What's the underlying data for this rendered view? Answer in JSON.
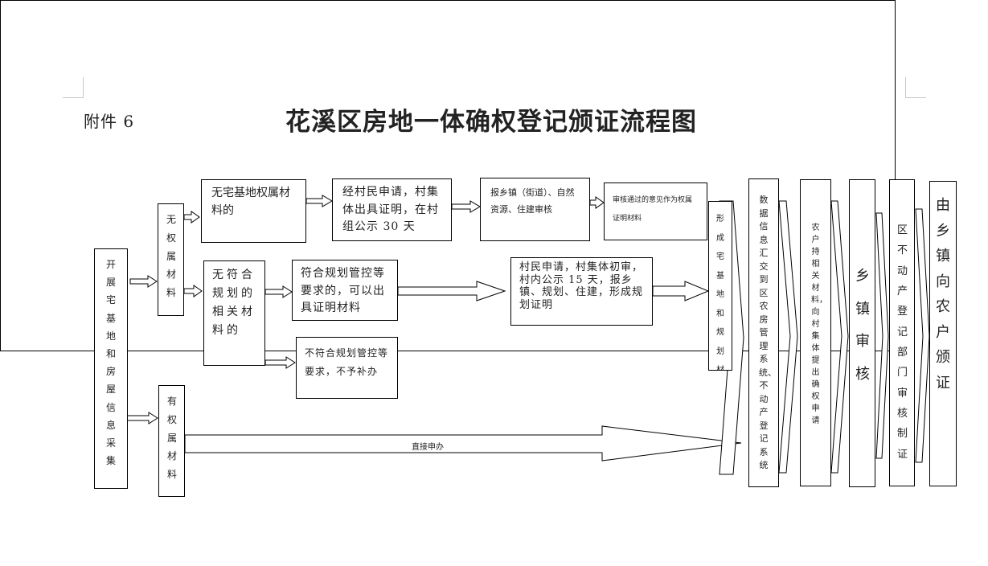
{
  "header": {
    "attachment_label": "附件 6",
    "title": "花溪区房地一体确权登记颁证流程图"
  },
  "nodes": {
    "start": "开展宅基地和房屋信息采集",
    "no_rights_materials": "无权属材料",
    "has_rights_materials": "有权属材料",
    "no_homestead_rights": "无宅基地权属材料的",
    "village_certificate": "经村民申请，村集体出具证明，在村组公示 30 天",
    "town_review": "报乡镇（街道）、自然资源、住建审核",
    "approved_opinion": "审核通过的意见作为权属证明材料",
    "no_planning_docs": "无符合规划的相关材料的",
    "meets_planning": "符合规划管控等要求的，可以出具证明材料",
    "not_meets_planning": "不符合规划管控等要求，不予补办",
    "villager_apply": "村民申请，村集体初审，村内公示 15 天，报乡镇、规划、住建，形成规划证明",
    "form_homestead_planning": "形成宅基地和规划材",
    "data_summary": "数据信息汇交到区农房管理系统、不动产登记系统",
    "farmer_apply": "农户持相关材料，向村集体提出确权申请",
    "town_audit": "乡镇审核",
    "district_registry": "区不动产登记部门审核制证",
    "issue_certificate": "由乡镇向农户颁证"
  },
  "arrow_labels": {
    "direct_apply": "直接申办"
  }
}
